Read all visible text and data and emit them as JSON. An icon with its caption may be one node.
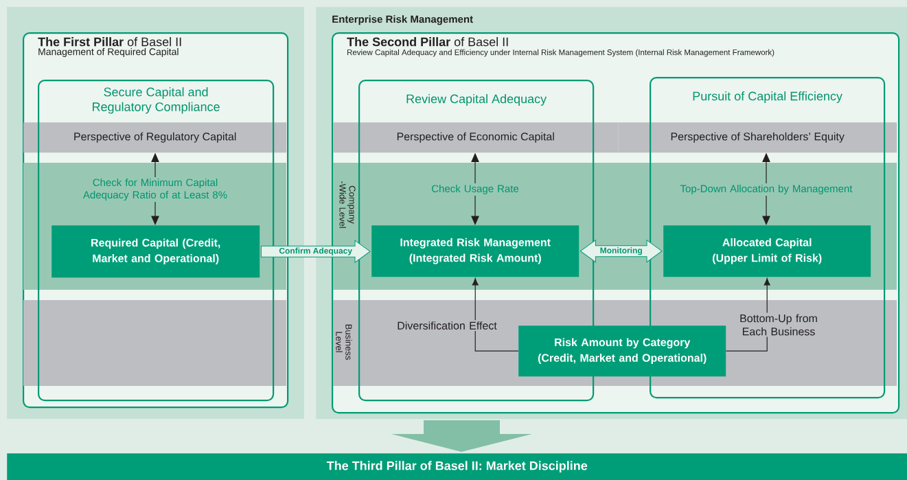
{
  "diagram": {
    "nodes": [
      {
        "text": [
          "Enterprise Risk Management"
        ]
      },
      {
        "text": [
          "**The First Pillar** of Basel II",
          "Management of Required Capital"
        ]
      },
      {
        "text": [
          "Secure Capital and Regulatory Compliance"
        ],
        "in": 1
      },
      {
        "text": [
          "Perspective of Regulatory Capital"
        ],
        "in": 1
      },
      {
        "text": [
          "Required Capital (Credit, Market and Operational)"
        ],
        "in": 2
      },
      {
        "text": [
          "**The Second Pillar** of Basel II",
          "Review Capital Adequacy and Efficiency under Internal Risk Management System (Internal Risk Management Framework)"
        ],
        "in": 0
      },
      {
        "text": [
          "Review Capital Adequacy"
        ],
        "in": 5
      },
      {
        "text": [
          "Pursuit of Capital Efficiency"
        ],
        "in": 5
      },
      {
        "text": [
          "Perspective of Economic Capital"
        ],
        "in": 5
      },
      {
        "text": [
          "Perspective of Shareholders’ Equity"
        ],
        "in": 5
      },
      {
        "text": [
          "Integrated Risk Management (Integrated Risk Amount)"
        ],
        "in": 6
      },
      {
        "text": [
          "Allocated Capital (Upper Limit of Risk)"
        ],
        "in": 7
      },
      {
        "text": [
          "Risk Amount by Category (Credit, Market and Operational)"
        ],
        "in": 5
      },
      {
        "text": [
          "The Third Pillar of Basel II: Market Discipline"
        ]
      }
    ],
    "edges": [
      {
        "from": 4,
        "to": 3,
        "arrow": "both",
        "label": "Check for Minimum Capital Adequacy Ratio of at Least 8%"
      },
      {
        "from": 4,
        "to": 10,
        "arrow": "to",
        "label": "Confirm Adequacy"
      },
      {
        "from": 10,
        "to": 11,
        "arrow": "both",
        "label": "Monitoring"
      },
      {
        "from": 10,
        "to": 8,
        "arrow": "both",
        "label": "Check Usage Rate"
      },
      {
        "from": 11,
        "to": 9,
        "arrow": "both",
        "label": "Top-Down Allocation by Management"
      },
      {
        "from": 12,
        "to": 10,
        "arrow": "to",
        "label": "Diversification Effect"
      },
      {
        "from": 12,
        "to": 11,
        "arrow": "to",
        "label": "Bottom-Up from Each Business"
      },
      {
        "from": null,
        "to": 13,
        "arrow": "to"
      }
    ],
    "labels": [
      "Company -Wide Level",
      "Business Level"
    ]
  }
}
